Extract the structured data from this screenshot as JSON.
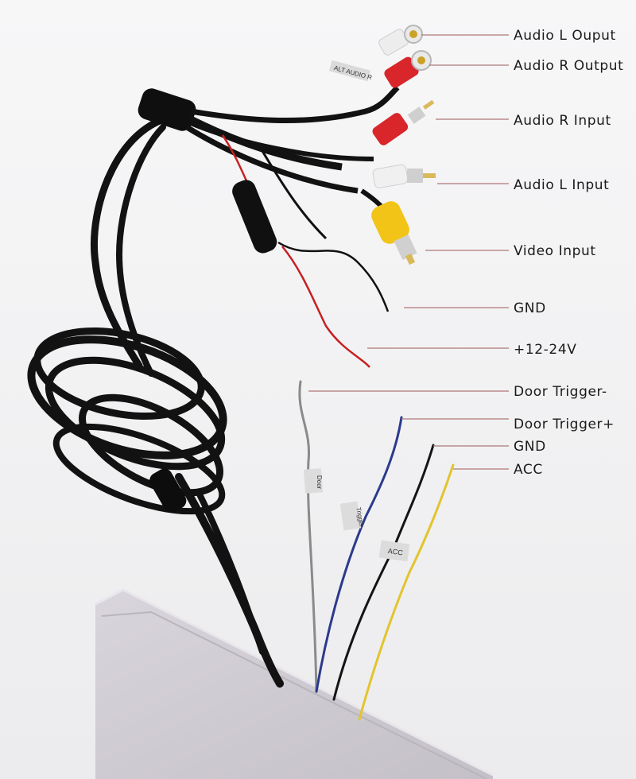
{
  "labels": {
    "audio_l_output": "Audio L Ouput",
    "audio_r_output": "Audio R Output",
    "audio_r_input": "Audio R Input",
    "audio_l_input": "Audio L Input",
    "video_input": "Video Input",
    "gnd_upper": "GND",
    "power": "+12-24V",
    "door_trigger_minus": "Door Trigger-",
    "door_trigger_plus": "Door Trigger+",
    "gnd_lower": "GND",
    "acc": "ACC"
  },
  "wire_tags": {
    "audio_out": "ALT AUDIO R",
    "door": "Door",
    "trigger": "Trigger",
    "acc": "ACC"
  },
  "colors": {
    "background": "#f4f4f5",
    "cable": "#121212",
    "rca_red": "#d8262a",
    "rca_white": "#ededed",
    "rca_yellow": "#f2c417",
    "wire_red": "#d42a22",
    "wire_gray": "#8a8a8a",
    "wire_blue": "#2c3a8c",
    "wire_yellow": "#e2c42e",
    "leader_line": "#b07878",
    "device_body": "#cfcbd1"
  }
}
